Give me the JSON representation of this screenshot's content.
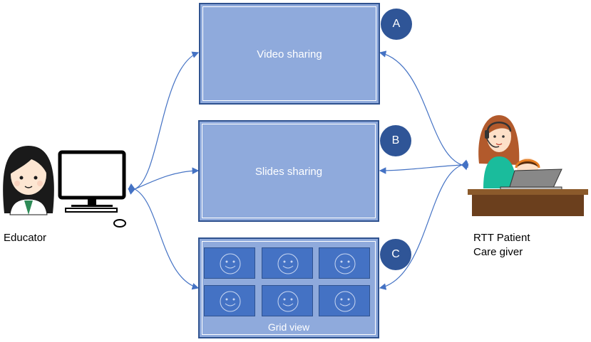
{
  "panels": {
    "video": {
      "label": "Video sharing",
      "badge": "A"
    },
    "slides": {
      "label": "Slides sharing",
      "badge": "B"
    },
    "grid": {
      "label": "Grid view",
      "badge": "C",
      "tile_count": 6
    }
  },
  "actors": {
    "educator": {
      "label": "Educator"
    },
    "patient": {
      "line1": "RTT Patient",
      "line2": "Care giver"
    }
  },
  "colors": {
    "panel_fill": "#8faadc",
    "panel_border": "#2f528f",
    "badge_fill": "#2f5597",
    "tile_fill": "#4472c4",
    "arrow": "#4472c4"
  }
}
